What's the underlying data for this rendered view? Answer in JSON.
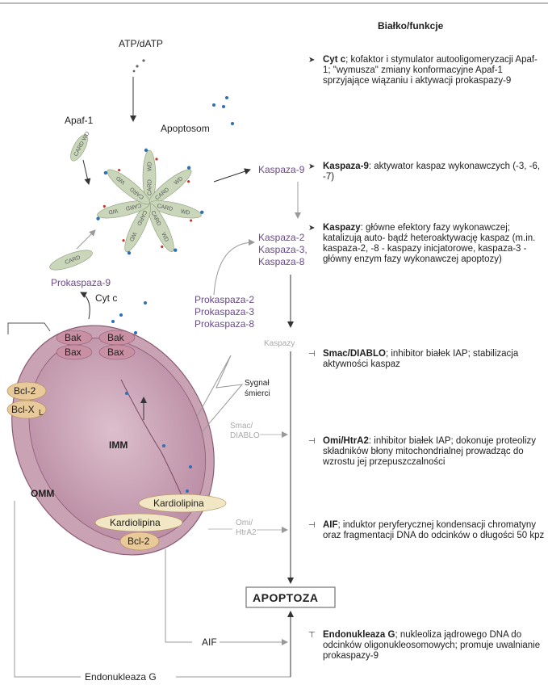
{
  "top": {
    "atp": "ATP/dATP",
    "apaf1": "Apaf-1",
    "apoptosom": "Apoptosom",
    "card": "CARD",
    "wd": "WD",
    "card_wd": "CARD WD"
  },
  "caspases": {
    "kaspaza9": "Kaspaza-9",
    "k2": "Kaspaza-2",
    "k3": "Kaspaza-3,",
    "k8": "Kaspaza-8",
    "prokaspaza9": "Prokaspaza-9",
    "pro2": "Prokaspaza-2",
    "pro3": "Prokaspaza-3",
    "pro8": "Prokaspaza-8",
    "kaspazy": "Kaspazy"
  },
  "mito": {
    "cytc": "Cyt c",
    "bak": "Bak",
    "bax": "Bax",
    "bcl2": "Bcl-2",
    "bclx_main": "Bcl-X",
    "bclx_sub": "L",
    "imm": "IMM",
    "omm": "OMM",
    "kardiolipina": "Kardiolipina",
    "sygnal": "Sygnał",
    "smierci": "śmierci",
    "smac": "Smac/",
    "diablo": "DIABLO",
    "omi": "Omi/",
    "htra2": "HtrA2"
  },
  "bottom": {
    "apoptoza": "APOPTOZA",
    "aif": "AIF",
    "endonukleaza": "Endonukleaza G"
  },
  "panel": {
    "title": "Białko/funkcje",
    "items": [
      {
        "name": "Cyt c",
        "text": "; kofaktor i stymulator autooligomeryzacji Apaf-1; \"wymusza\" zmiany konformacyjne Apaf-1 sprzyjające wiązaniu i aktywacji prokaspazy-9"
      },
      {
        "name": "Kaspaza-9",
        "text": ": aktywator kaspaz wykonawczych (-3, -6, -7)"
      },
      {
        "name": "Kaspazy",
        "text": ": główne efektory fazy wykonawczej; katalizują auto- bądź heteroaktywację kaspaz (m.in. kaspaza-2, -8 - kaspazy inicjatorowe, kaspaza-3 - główny enzym fazy wykonawczej apoptozy)"
      },
      {
        "name": "Smac/DIABLO",
        "text": "; inhibitor białek IAP; stabilizacja aktywności kaspaz"
      },
      {
        "name": "Omi/HtrA2",
        "text": ": inhibitor białek IAP; dokonuje proteolizy składników błony mitochondrialnej prowadząc do wzrostu jej przepuszczalności"
      },
      {
        "name": "AIF",
        "text": "; induktor peryferycznej kondensacji chromatyny oraz fragmentacji DNA do odcinków o długości 50 kpz"
      },
      {
        "name": "Endonukleaza G",
        "text": "; nukleoliza jądrowego DNA do odcinków oligonukleosomowych; promuje uwalnianie prokaspazy-9"
      }
    ]
  },
  "colors": {
    "mito_outer": "#c9a3b4",
    "mito_inner": "#b98aa2",
    "bak_bax": "#c98fa3",
    "bcl": "#e8c99a",
    "kardiolipina": "#f1e7c4",
    "apoptosome_petal": "#c9d6b9",
    "dot_blue": "#2f6fb5",
    "dot_red": "#c0392b",
    "caspase_text": "#6a4a8a"
  }
}
